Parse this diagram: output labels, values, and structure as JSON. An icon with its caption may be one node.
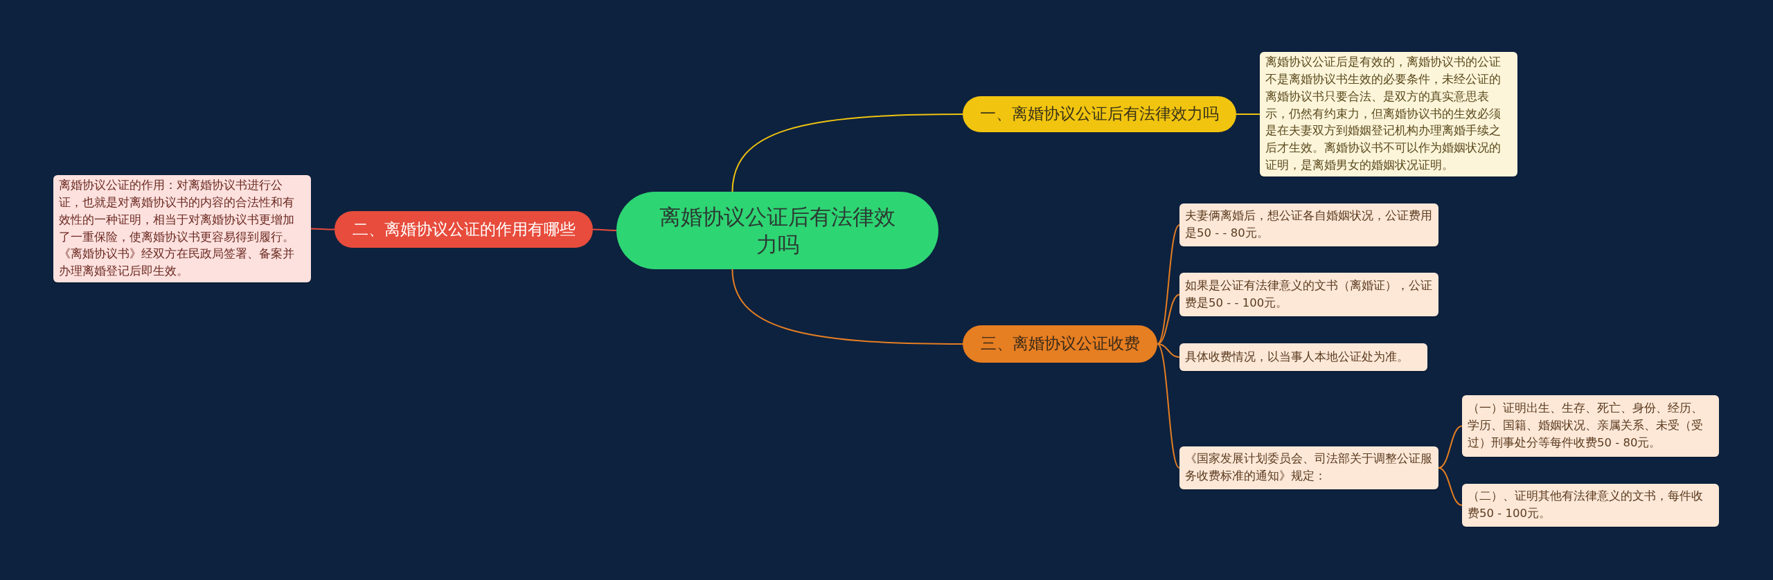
{
  "diagram": {
    "nodes": [
      {
        "text": [
          "离婚协议公证后有法律效力吗"
        ]
      },
      {
        "text": [
          "一、离婚协议公证后有法律效力吗"
        ]
      },
      {
        "text": [
          "离婚协议公证后是有效的，离婚协议书的公证不是离婚协议书生效的必要条件，未经公证的离婚协议书只要合法、是双方的真实意思表示，仍然有约束力，但离婚协议书的生效必须是在夫妻双方到婚姻登记机构办理离婚手续之后才生效。离婚协议书不可以作为婚姻状况的证明，是离婚男女的婚姻状况证明。"
        ]
      },
      {
        "text": [
          "二、离婚协议公证的作用有哪些"
        ]
      },
      {
        "text": [
          "离婚协议公证的作用：对离婚协议书进行公证，也就是对离婚协议书的内容的合法性和有效性的一种证明，相当于对离婚协议书更增加了一重保险，使离婚协议书更容易得到履行。《离婚协议书》经双方在民政局签署、备案并办理离婚登记后即生效。"
        ]
      },
      {
        "text": [
          "三、离婚协议公证收费"
        ]
      },
      {
        "text": [
          "夫妻俩离婚后，想公证各自婚姻状况，公证费用是50 -  - 80元。"
        ]
      },
      {
        "text": [
          "如果是公证有法律意义的文书（离婚证），公证费是50 -  - 100元。"
        ]
      },
      {
        "text": [
          "具体收费情况，以当事人本地公证处为准。"
        ]
      },
      {
        "text": [
          "《国家发展计划委员会、司法部关于调整公证服务收费标准的通知》规定："
        ]
      },
      {
        "text": [
          "（一）证明出生、生存、死亡、身份、经历、学历、国籍、婚姻状况、亲属关系、未受（受过）刑事处分等每件收费50 - 80元。"
        ]
      },
      {
        "text": [
          "（二）、证明其他有法律意义的文书，每件收费50 - 100元。"
        ]
      }
    ],
    "edges": [
      {
        "from": 0,
        "to": 1,
        "arrow": "none",
        "color": "#f1c40f"
      },
      {
        "from": 1,
        "to": 2,
        "arrow": "none",
        "color": "#f1c40f"
      },
      {
        "from": 0,
        "to": 3,
        "arrow": "none",
        "color": "#e74c3c"
      },
      {
        "from": 3,
        "to": 4,
        "arrow": "none",
        "color": "#e74c3c"
      },
      {
        "from": 0,
        "to": 5,
        "arrow": "none"
      },
      {
        "from": 5,
        "to": 6,
        "arrow": "none"
      },
      {
        "from": 5,
        "to": 7,
        "arrow": "none"
      },
      {
        "from": 5,
        "to": 8,
        "arrow": "none"
      },
      {
        "from": 5,
        "to": 9,
        "arrow": "none"
      },
      {
        "from": 9,
        "to": 10,
        "arrow": "none"
      },
      {
        "from": 9,
        "to": 11,
        "arrow": "none"
      }
    ]
  }
}
